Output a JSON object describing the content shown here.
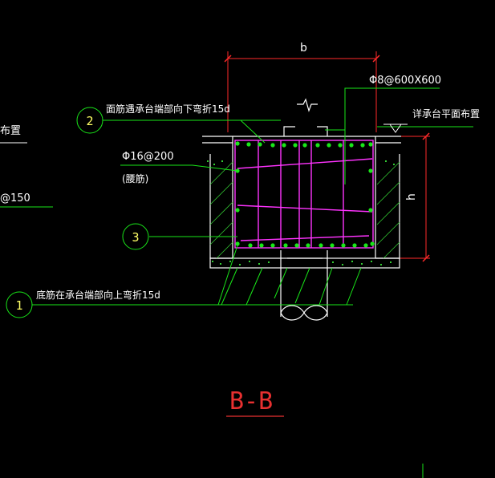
{
  "drawing": {
    "section_title": "B-B",
    "dimension_b": "b",
    "dimension_h": "h",
    "stirrup_spec": "Φ8@600X600",
    "side_bar_spec": "Φ16@200",
    "side_bar_note": "(腰筋)",
    "top_note": "面筋遇承台端部向下弯折15d",
    "bottom_note": "底筋在承台端部向上弯折15d",
    "right_note": "详承台平面布置",
    "left_fragment_1": "布置",
    "left_fragment_2": "@150",
    "callouts": [
      "1",
      "2",
      "3"
    ]
  },
  "colors": {
    "background": "#000000",
    "text": "#ffffff",
    "concrete_outline": "#ffffff",
    "dimension_red": "#ff2a2a",
    "leader_green": "#19e619",
    "rebar_magenta": "#ff33ff",
    "hatch_green": "#33cc33",
    "title_red": "#e83030",
    "callout_yellow": "#ffff66"
  }
}
